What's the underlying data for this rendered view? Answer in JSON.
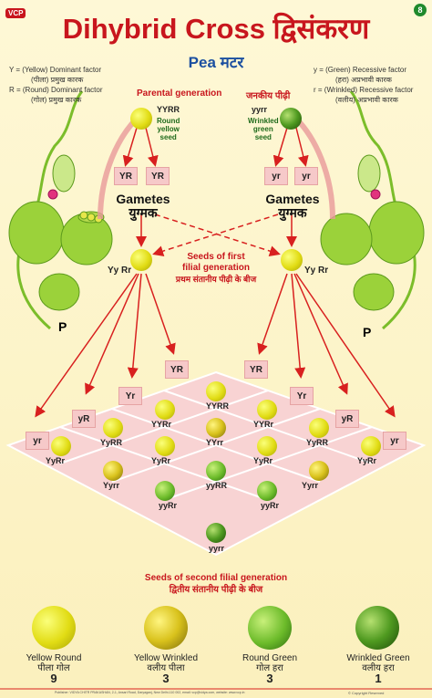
{
  "header": {
    "logo": "VCP",
    "title": "Dihybrid Cross द्विसंकरण",
    "subtitle": "Pea मटर",
    "tag": "8"
  },
  "legend_left": [
    "Y = (Yellow) Dominant factor",
    "(पीला) प्रमुख कारक",
    "R = (Round) Dominant factor",
    "(गोल) प्रमुख कारक"
  ],
  "legend_right": [
    "y = (Green) Recessive factor",
    "(हरा) अप्रभावी कारक",
    "r = (Wrinkled) Recessive factor",
    "(वलीय) अप्रभावी कारक"
  ],
  "parental": {
    "label_en": "Parental generation",
    "label_hi": "जनकीय पीढ़ी",
    "left_genotype": "YYRR",
    "left_desc": [
      "Round",
      "yellow",
      "seed"
    ],
    "right_genotype": "yyrr",
    "right_desc": [
      "Wrinkled",
      "green",
      "seed"
    ]
  },
  "gametes": {
    "label_en": "Gametes",
    "label_hi": "युग्मक",
    "left": [
      "YR",
      "YR"
    ],
    "right": [
      "yr",
      "yr"
    ]
  },
  "f1": {
    "label": [
      "Seeds of first",
      "filial generation"
    ],
    "label_hi": "प्रथम संतानीय पीढ़ी के बीज",
    "genotype": "Yy Rr",
    "p": "P"
  },
  "f1_gametes": {
    "left": [
      "yr",
      "yR",
      "Yr",
      "YR"
    ],
    "right": [
      "YR",
      "Yr",
      "yR",
      "yr"
    ]
  },
  "grid": [
    "YYRR",
    "YYRr",
    "YYRr",
    "YyRR",
    "YYrr",
    "YyRR",
    "YyRr",
    "YyRr",
    "YyRr",
    "YyRr",
    "Yyrr",
    "yyRR",
    "Yyrr",
    "yyRr",
    "yyRr",
    "yyrr"
  ],
  "f2": {
    "label_en": "Seeds of second filial generation",
    "label_hi": "द्वितीय संतानीय पीढ़ी के बीज",
    "types": [
      {
        "en": "Yellow Round",
        "hi": "पीला गोल",
        "ratio": "9"
      },
      {
        "en": "Yellow Wrinkled",
        "hi": "वलीय पीला",
        "ratio": "3"
      },
      {
        "en": "Round Green",
        "hi": "गोल हरा",
        "ratio": "3"
      },
      {
        "en": "Wrinkled Green",
        "hi": "वलीय हरा",
        "ratio": "1"
      }
    ]
  },
  "footer": "Publisher: VIDYA CHITR PRAKASHAN, 2-1, Ansari Road, Daryaganj, New Delhi-110 002, email: vcp@vidya.com, website: www.vcp.in",
  "copyright": "© Copyright Reserved"
}
